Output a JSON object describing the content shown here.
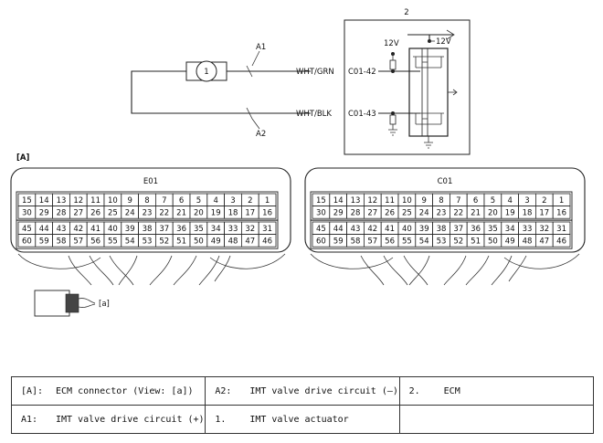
{
  "diagram": {
    "ecm_number": "2",
    "actuator_number": "1",
    "wire_a1": "A1",
    "wire_a2": "A2",
    "wire_color_top": "WHT/GRN",
    "wire_color_bottom": "WHT/BLK",
    "pin_top": "C01-42",
    "pin_bottom": "C01-43",
    "supply_left": "12V",
    "supply_right": "12V",
    "view_tag": "[A]",
    "view_marker": "[a]"
  },
  "connectors": [
    {
      "name": "E01",
      "blocks": [
        [
          [
            "15",
            "14",
            "13",
            "12",
            "11",
            "10",
            "9",
            "8",
            "7",
            "6",
            "5",
            "4",
            "3",
            "2",
            "1"
          ],
          [
            "30",
            "29",
            "28",
            "27",
            "26",
            "25",
            "24",
            "23",
            "22",
            "21",
            "20",
            "19",
            "18",
            "17",
            "16"
          ]
        ],
        [
          [
            "45",
            "44",
            "43",
            "42",
            "41",
            "40",
            "39",
            "38",
            "37",
            "36",
            "35",
            "34",
            "33",
            "32",
            "31"
          ],
          [
            "60",
            "59",
            "58",
            "57",
            "56",
            "55",
            "54",
            "53",
            "52",
            "51",
            "50",
            "49",
            "48",
            "47",
            "46"
          ]
        ]
      ]
    },
    {
      "name": "C01",
      "blocks": [
        [
          [
            "15",
            "14",
            "13",
            "12",
            "11",
            "10",
            "9",
            "8",
            "7",
            "6",
            "5",
            "4",
            "3",
            "2",
            "1"
          ],
          [
            "30",
            "29",
            "28",
            "27",
            "26",
            "25",
            "24",
            "23",
            "22",
            "21",
            "20",
            "19",
            "18",
            "17",
            "16"
          ]
        ],
        [
          [
            "45",
            "44",
            "43",
            "42",
            "41",
            "40",
            "39",
            "38",
            "37",
            "36",
            "35",
            "34",
            "33",
            "32",
            "31"
          ],
          [
            "60",
            "59",
            "58",
            "57",
            "56",
            "55",
            "54",
            "53",
            "52",
            "51",
            "50",
            "49",
            "48",
            "47",
            "46"
          ]
        ]
      ]
    }
  ],
  "legend": {
    "r1c1_key": "[A]:",
    "r1c1_val": "ECM connector (View: [a])",
    "r1c2_key": "A2:",
    "r1c2_val": "IMT valve drive circuit (–)",
    "r1c3_key": "2.",
    "r1c3_val": "ECM",
    "r2c1_key": "A1:",
    "r2c1_val": "IMT valve drive circuit (+)",
    "r2c2_key": "1.",
    "r2c2_val": "IMT valve actuator"
  }
}
